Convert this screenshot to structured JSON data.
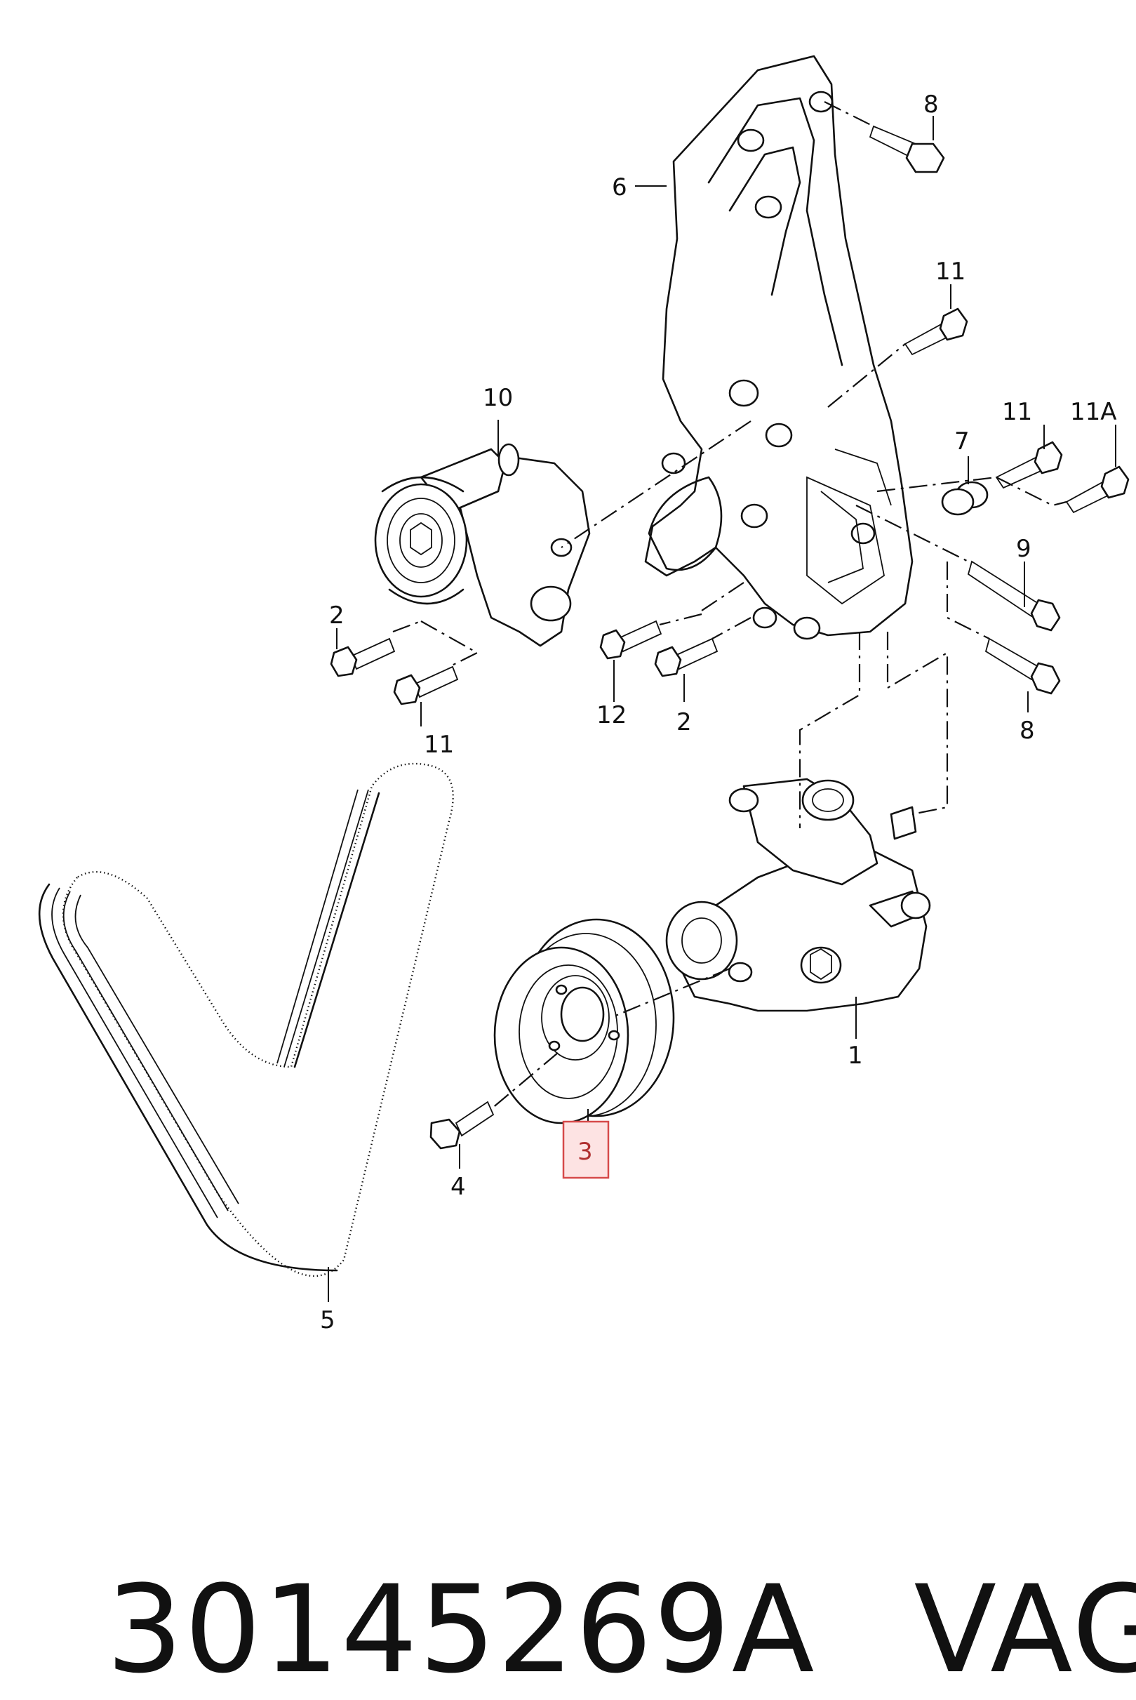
{
  "callouts": {
    "c1": "1",
    "c2a": "2",
    "c2b": "2",
    "c3": "3",
    "c4": "4",
    "c5": "5",
    "c6": "6",
    "c7": "7",
    "c8a": "8",
    "c8b": "8",
    "c9": "9",
    "c10": "10",
    "c11a": "11",
    "c11b": "11",
    "c11c": "11",
    "c11A": "11A",
    "c12": "12"
  },
  "footer": {
    "part_number": "30145269A",
    "brand": "VAG"
  },
  "colors": {
    "line": "#111111",
    "highlight_border": "#d64a4a",
    "highlight_fill": "#fde3e3"
  }
}
